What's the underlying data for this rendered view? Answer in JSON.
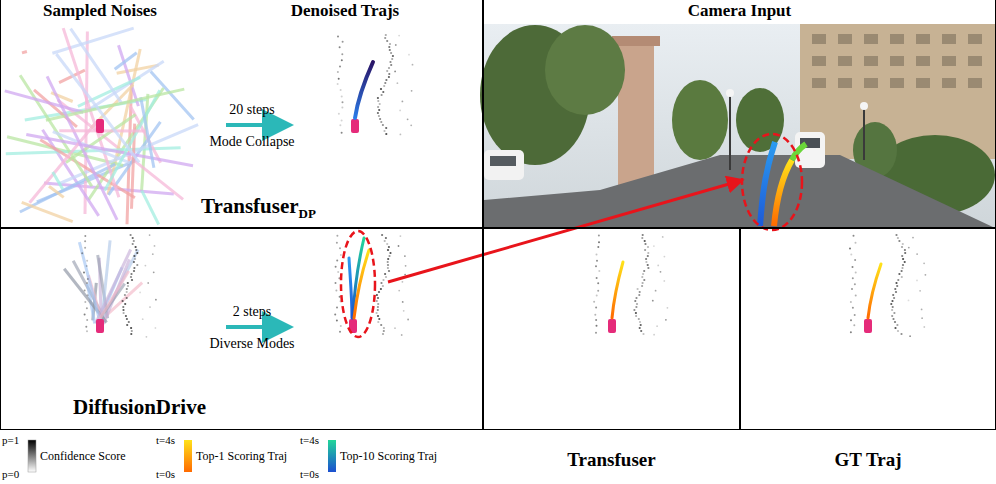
{
  "diagram": {
    "nodes": [
      {
        "text": [
          "Transfuser",
          "DP"
        ]
      },
      {
        "text": [
          "Camera Input"
        ]
      },
      {
        "text": [
          "DiffusionDrive"
        ]
      },
      {
        "text": [
          "Transfuser"
        ]
      },
      {
        "text": [
          "GT Traj"
        ]
      }
    ],
    "labels": [
      "Sampled Noises",
      "Denoised Trajs",
      "20 steps",
      "Mode Collapse",
      "2 steps",
      "Diverse Modes",
      "p=1",
      "p=0",
      "t=4s",
      "t=0s",
      "t=4s",
      "t=0s"
    ],
    "legend": [
      {
        "text": "Confidence Score"
      },
      {
        "text": "Top-1 Scoring Traj"
      },
      {
        "text": "Top-10 Scoring Traj"
      }
    ]
  }
}
